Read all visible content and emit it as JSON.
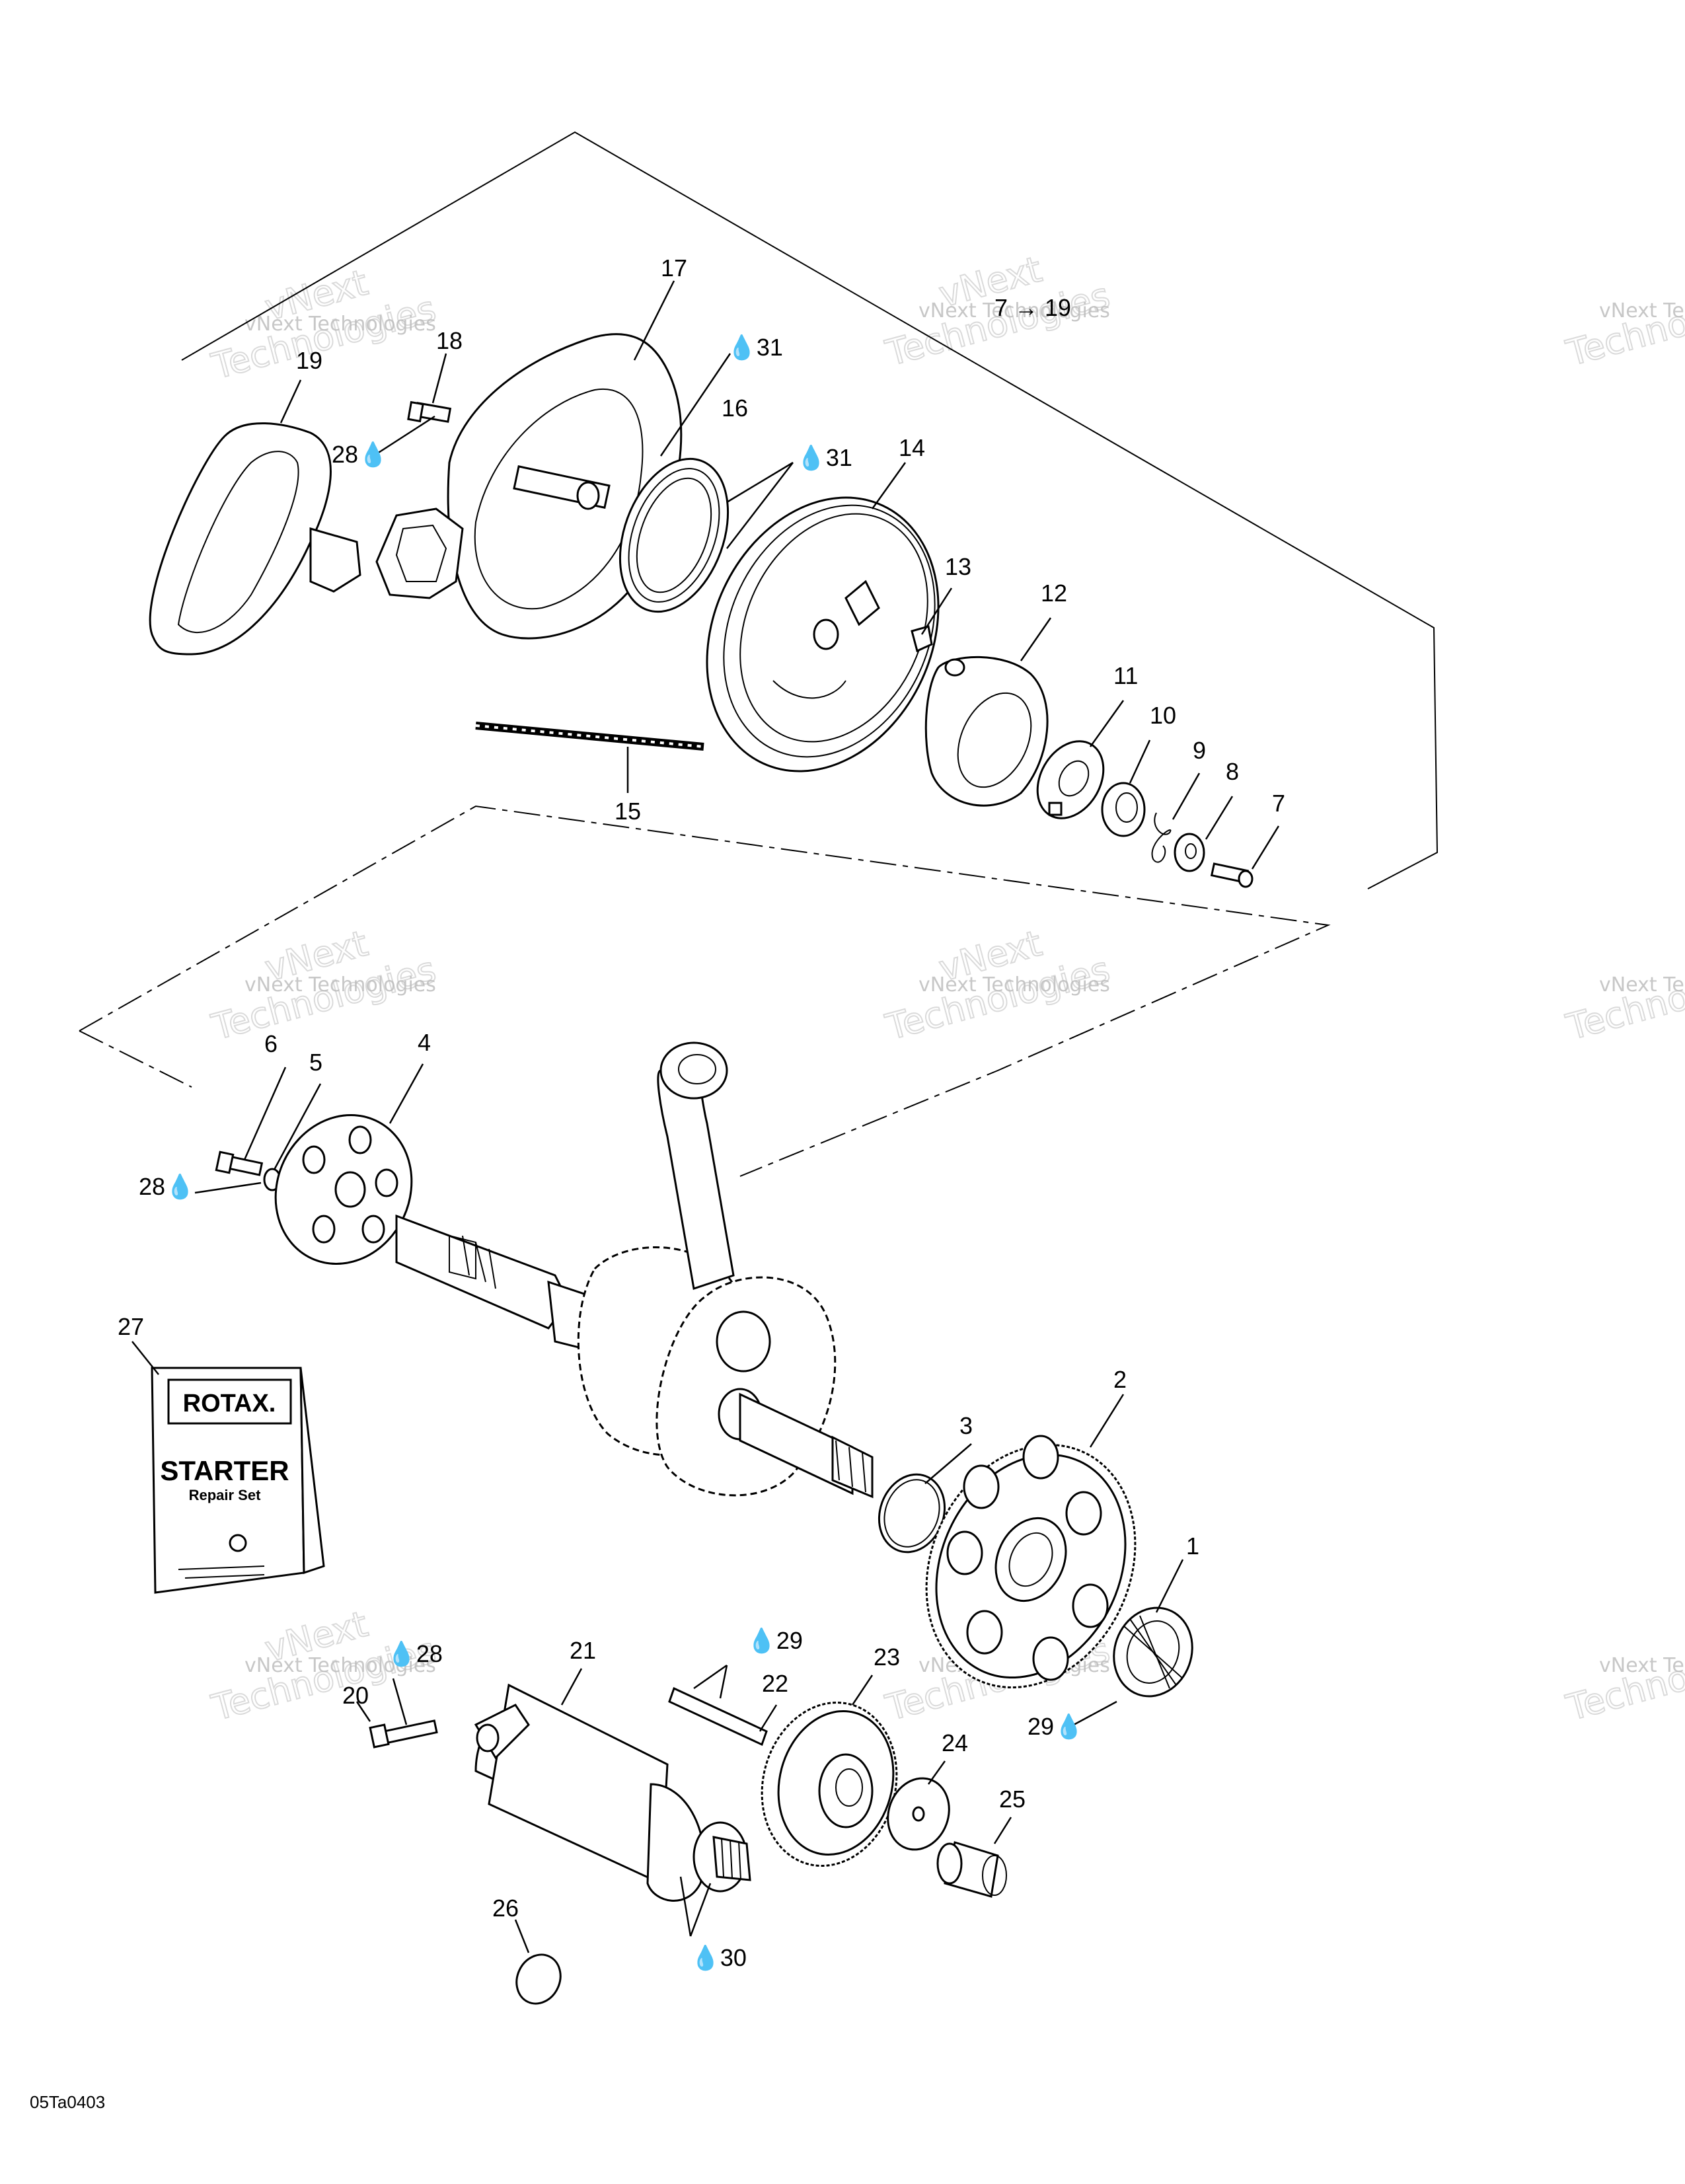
{
  "diagram_code": "05Ta0403",
  "range_label": "7 → 19",
  "lube_symbol": "💧",
  "watermark": {
    "line1": "vNext Technologies",
    "line2": "vNext",
    "line3": "Technologies"
  },
  "booklet": {
    "brand": "ROTAX.",
    "title": "STARTER",
    "subtitle": "Repair Set"
  },
  "callouts": {
    "c1": "1",
    "c2": "2",
    "c3": "3",
    "c4": "4",
    "c5": "5",
    "c6": "6",
    "c7": "7",
    "c8": "8",
    "c9": "9",
    "c10": "10",
    "c11": "11",
    "c12": "12",
    "c13": "13",
    "c14": "14",
    "c15": "15",
    "c16": "16",
    "c17": "17",
    "c18": "18",
    "c19": "19",
    "c20": "20",
    "c21": "21",
    "c22": "22",
    "c23": "23",
    "c24": "24",
    "c25": "25",
    "c26": "26",
    "c27": "27",
    "l28a": "28",
    "l28b": "28",
    "l28c": "28",
    "l29a": "29",
    "l29b": "29",
    "l30": "30",
    "l31a": "31",
    "l31b": "31"
  }
}
